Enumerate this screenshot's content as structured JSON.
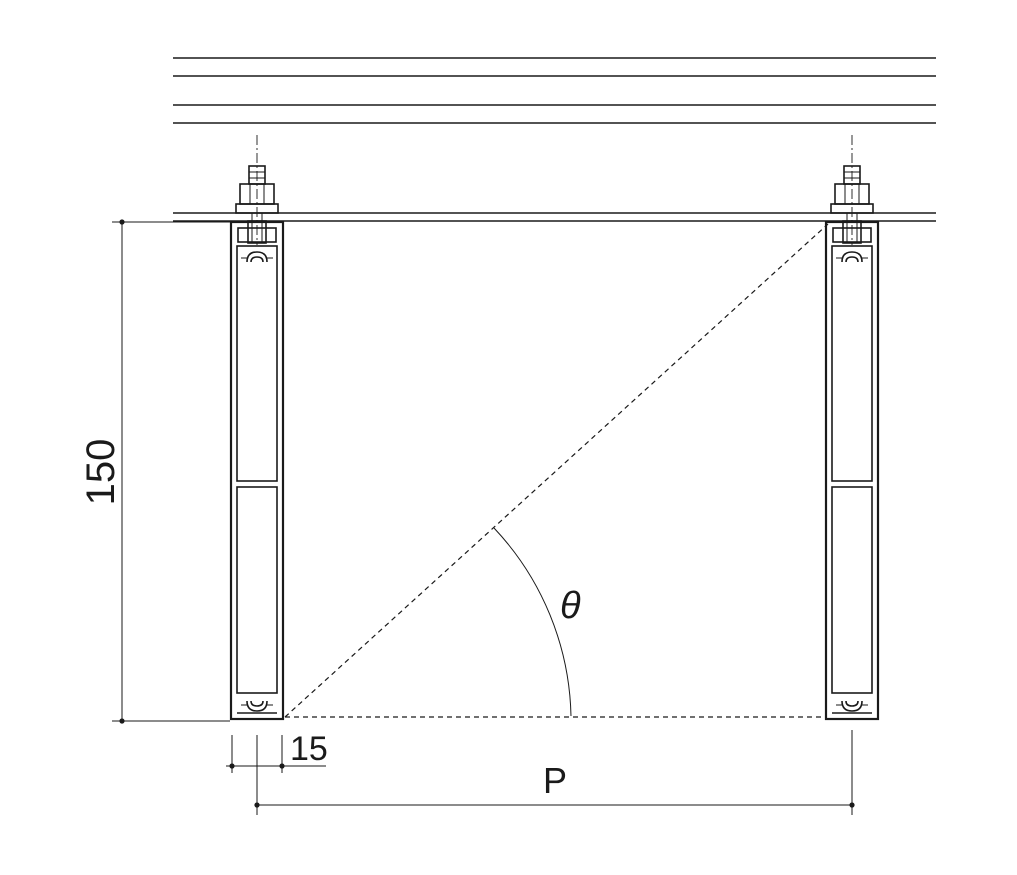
{
  "dimensions": {
    "height_label": "150",
    "thickness_label": "15",
    "pitch_label": "P",
    "angle_label": "θ"
  },
  "colors": {
    "line": "#1a1a1a",
    "background": "#ffffff"
  }
}
